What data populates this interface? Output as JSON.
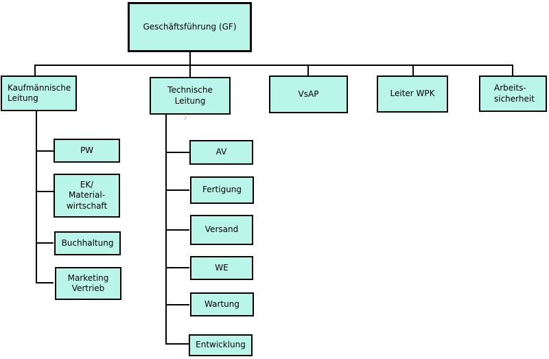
{
  "chart": {
    "type": "org-chart",
    "root": {
      "label": "Geschäftsführung (GF)"
    },
    "level2": [
      {
        "id": "kaufmaennische-leitung",
        "label": "Kaufmännische\nLeitung"
      },
      {
        "id": "technische-leitung",
        "label": "Technische\nLeitung"
      },
      {
        "id": "vsap",
        "label": "VsAP"
      },
      {
        "id": "leiter-wpk",
        "label": "Leiter WPK"
      },
      {
        "id": "arbeitssicherheit",
        "label": "Arbeits-\nsicherheit"
      }
    ],
    "kaufmaennische_children": [
      {
        "label": "PW"
      },
      {
        "label": "EK/\nMaterial-\nwirtschaft"
      },
      {
        "label": "Buchhaltung"
      },
      {
        "label": "Marketing\nVertrieb"
      }
    ],
    "technische_children": [
      {
        "label": "AV"
      },
      {
        "label": "Fertigung"
      },
      {
        "label": "Versand"
      },
      {
        "label": "WE"
      },
      {
        "label": "Wartung"
      },
      {
        "label": "Entwicklung"
      }
    ],
    "colors": {
      "box_fill": "#baf5ea",
      "box_border": "#000000",
      "line": "#000000",
      "background": "#ffffff",
      "text": "#000000"
    }
  }
}
